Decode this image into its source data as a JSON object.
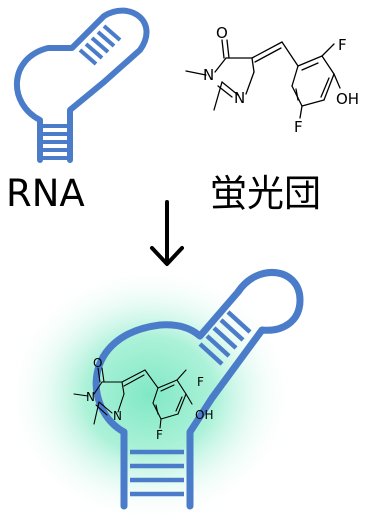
{
  "labels": {
    "rna": "RNA",
    "fluorophore": "蛍光団"
  },
  "molecule": {
    "oxygen": "O",
    "nitrogen_1": "N",
    "nitrogen_3": "N",
    "fluorine_top": "F",
    "fluorine_bottom": "F",
    "hydroxyl": "OH"
  },
  "colors": {
    "rna_strand": "#4a7cc9",
    "fluorescence_glow": "#7fe8c4",
    "bond": "#000000",
    "text": "#000000"
  },
  "icons": {
    "arrow": "down-arrow-icon",
    "rna_free": "rna-hairpin-icon",
    "rna_bound": "rna-aptamer-icon"
  }
}
